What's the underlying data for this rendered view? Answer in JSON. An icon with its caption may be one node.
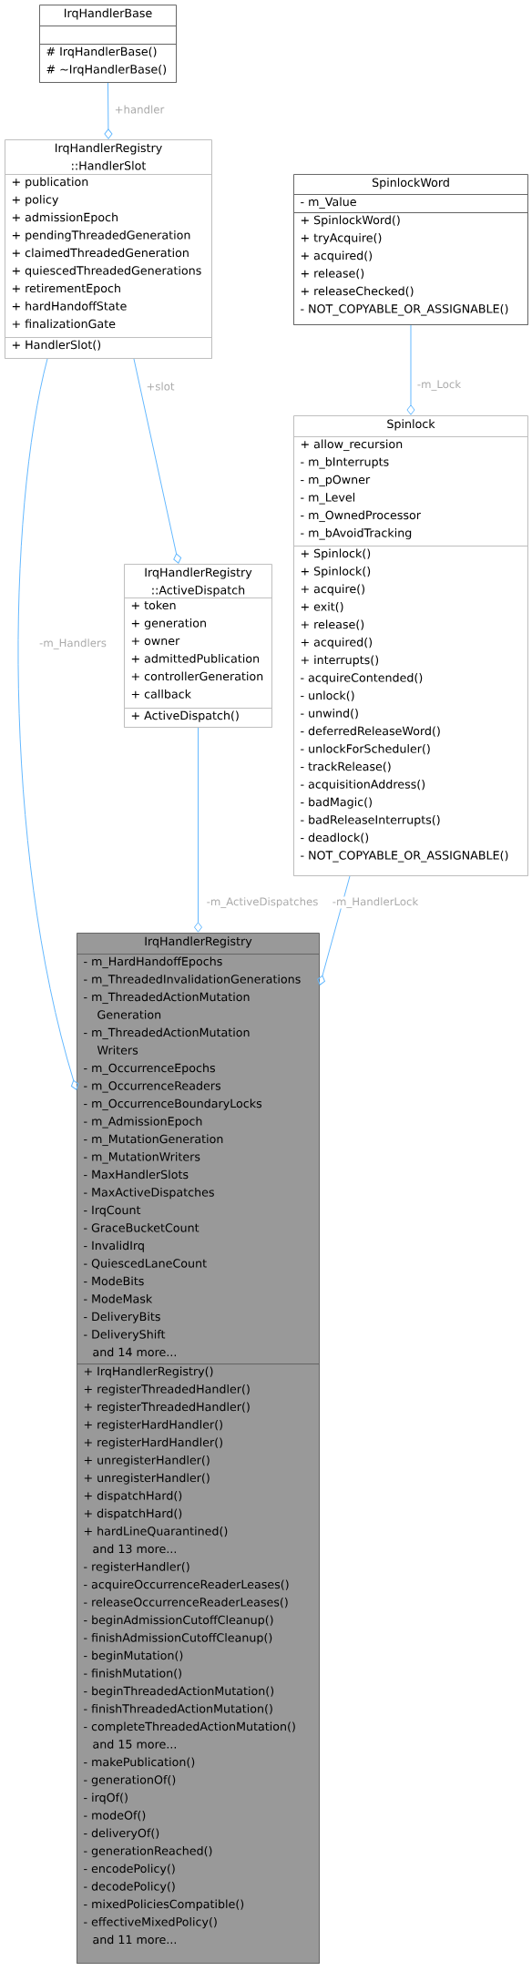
{
  "diagram": {
    "nodes": [
      {
        "text": [
          "IrqHandlerBase"
        ]
      },
      {
        "text": [],
        "shape": "box",
        "in": 0
      },
      {
        "text": [
          "# IrqHandlerBase()",
          "# ~IrqHandlerBase()"
        ],
        "in": 0
      },
      {
        "text": [
          "IrqHandlerRegistry ::HandlerSlot"
        ]
      },
      {
        "text": [
          "+ publication",
          "+ policy",
          "+ admissionEpoch",
          "+ pendingThreadedGeneration",
          "+ claimedThreadedGeneration",
          "+ quiescedThreadedGenerations",
          "+ retirementEpoch",
          "+ hardHandoffState",
          "+ finalizationGate"
        ],
        "in": 3
      },
      {
        "text": [
          "+ HandlerSlot()"
        ],
        "in": 3
      },
      {
        "text": [
          "SpinlockWord"
        ]
      },
      {
        "text": [
          "- m_Value"
        ],
        "in": 6
      },
      {
        "text": [
          "+ SpinlockWord()",
          "+ tryAcquire()",
          "+ acquired()",
          "+ release()",
          "+ releaseChecked()",
          "- NOT_COPYABLE_OR_ASSIGNABLE()"
        ],
        "in": 6
      },
      {
        "text": [
          "Spinlock"
        ]
      },
      {
        "text": [
          "+ allow_recursion",
          "- m_bInterrupts",
          "- m_pOwner",
          "- m_Level",
          "- m_OwnedProcessor",
          "- m_bAvoidTracking"
        ],
        "in": 9
      },
      {
        "text": [
          "+ Spinlock()",
          "+ Spinlock()",
          "+ acquire()",
          "+ exit()",
          "+ release()",
          "+ acquired()",
          "+ interrupts()",
          "- acquireContended()",
          "- unlock()",
          "- unwind()",
          "- deferredReleaseWord()",
          "- unlockForScheduler()",
          "- trackRelease()",
          "- acquisitionAddress()",
          "- badMagic()",
          "- badReleaseInterrupts()",
          "- deadlock()",
          "- NOT_COPYABLE_OR_ASSIGNABLE()"
        ],
        "in": 9
      },
      {
        "text": [
          "IrqHandlerRegistry ::ActiveDispatch"
        ]
      },
      {
        "text": [
          "+ token",
          "+ generation",
          "+ owner",
          "+ admittedPublication",
          "+ controllerGeneration",
          "+ callback"
        ],
        "in": 12
      },
      {
        "text": [
          "+ ActiveDispatch()"
        ],
        "in": 12
      },
      {
        "text": [
          "IrqHandlerRegistry"
        ]
      },
      {
        "text": [
          "- m_HardHandoffEpochs",
          "- m_ThreadedInvalidationGenerations",
          "- m_ThreadedActionMutation Generation",
          "- m_ThreadedActionMutation Writers",
          "- m_OccurrenceEpochs",
          "- m_OccurrenceReaders",
          "- m_OccurrenceBoundaryLocks",
          "- m_AdmissionEpoch",
          "- m_MutationGeneration",
          "- m_MutationWriters",
          "- MaxHandlerSlots",
          "- MaxActiveDispatches",
          "- IrqCount",
          "- GraceBucketCount",
          "- InvalidIrq",
          "- QuiescedLaneCount",
          "- ModeBits",
          "- ModeMask",
          "- DeliveryBits",
          "- DeliveryShift",
          "and 14 more..."
        ],
        "in": 15
      },
      {
        "text": [
          "+ IrqHandlerRegistry()",
          "+ registerThreadedHandler()",
          "+ registerThreadedHandler()",
          "+ registerHardHandler()",
          "+ registerHardHandler()",
          "+ unregisterHandler()",
          "+ unregisterHandler()",
          "+ dispatchHard()",
          "+ dispatchHard()",
          "+ hardLineQuarantined()",
          "and 13 more...",
          "- registerHandler()",
          "- acquireOccurrenceReaderLeases()",
          "- releaseOccurrenceReaderLeases()",
          "- beginAdmissionCutoffCleanup()",
          "- finishAdmissionCutoffCleanup()",
          "- beginMutation()",
          "- finishMutation()",
          "- beginThreadedActionMutation()",
          "- finishThreadedActionMutation()",
          "- completeThreadedActionMutation()",
          "and 15 more...",
          "- makePublication()",
          "- generationOf()",
          "- irqOf()",
          "- modeOf()",
          "- deliveryOf()",
          "- generationReached()",
          "- encodePolicy()",
          "- decodePolicy()",
          "- mixedPoliciesCompatible()",
          "- effectiveMixedPolicy()",
          "and 11 more..."
        ],
        "in": 15
      }
    ],
    "edges": [
      {
        "from": 0,
        "to": 3,
        "arrow": "other",
        "label": "+handler"
      },
      {
        "from": 6,
        "to": 9,
        "arrow": "other",
        "label": "-m_Lock"
      },
      {
        "from": 3,
        "to": 12,
        "arrow": "other",
        "label": "+slot"
      },
      {
        "from": 3,
        "to": 15,
        "arrow": "other",
        "label": "-m_Handlers"
      },
      {
        "from": 12,
        "to": 15,
        "arrow": "other",
        "label": "-m_ActiveDispatches"
      },
      {
        "from": 9,
        "to": 15,
        "arrow": "other",
        "label": "-m_HandlerLock"
      }
    ]
  }
}
